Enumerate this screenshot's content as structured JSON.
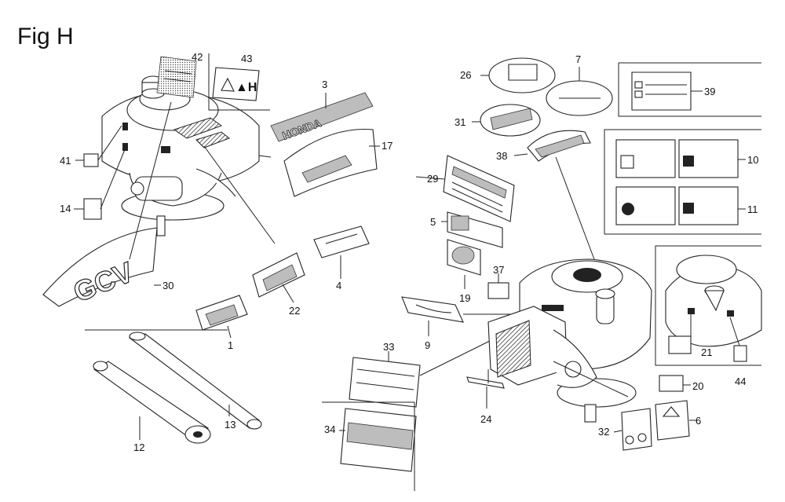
{
  "figure": {
    "title": "Fig H"
  },
  "callouts": {
    "c1": "1",
    "c3": "3",
    "c4": "4",
    "c5": "5",
    "c6": "6",
    "c7": "7",
    "c9": "9",
    "c10": "10",
    "c11": "11",
    "c12": "12",
    "c13": "13",
    "c14": "14",
    "c17": "17",
    "c19": "19",
    "c20": "20",
    "c21": "21",
    "c22": "22",
    "c24": "24",
    "c26": "26",
    "c29": "29",
    "c30": "30",
    "c31": "31",
    "c32": "32",
    "c33": "33",
    "c34": "34",
    "c37": "37",
    "c38": "38",
    "c39": "39",
    "c41": "41",
    "c42": "42",
    "c43": "43",
    "c44": "44"
  },
  "labels": {
    "brand": "HONDA",
    "model": "GCV"
  },
  "colors": {
    "line": "#222222",
    "shade": "#bdbdbd",
    "background": "#ffffff"
  }
}
